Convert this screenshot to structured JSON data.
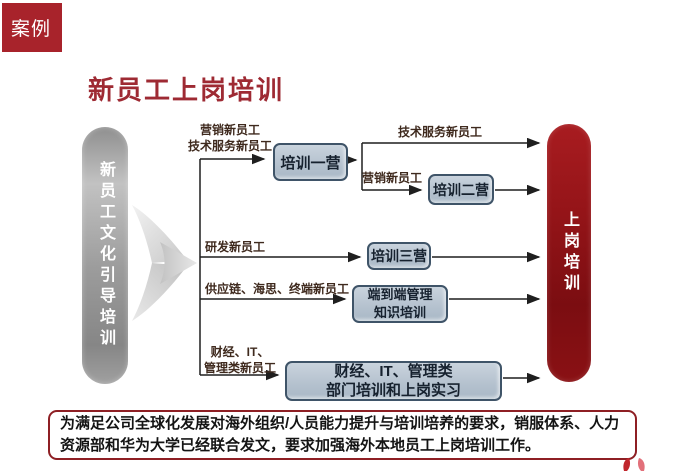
{
  "slide": {
    "tag": "案例",
    "title": "新员工上岗培训"
  },
  "left_capsule": {
    "label": "新员工文化引导培训"
  },
  "right_capsule": {
    "label": "上岗培训"
  },
  "branch_labels": {
    "marketing_tech": "营销新员工\n技术服务新员工",
    "tech_service": "技术服务新员工",
    "marketing": "营销新员工",
    "rnd": "研发新员工",
    "supply_chain": "供应链、海思、终端新员工",
    "finance_it": "财经、IT、\n管理类新员工"
  },
  "nodes": {
    "camp1": "培训一营",
    "camp2": "培训二营",
    "camp3": "培训三营",
    "e2e": "端到端管理\n知识培训",
    "finance_dept": "财经、IT、管理类\n部门培训和上岗实习"
  },
  "footer": {
    "text": "为满足公司全球化发展对海外组织/人员能力提升与培训培养的要求，销服体系、人力资源部和华为大学已经联合发文，要求加强海外本地员工上岗培训工作。"
  },
  "icons": {
    "flow_chevron": "right-chevron-arrow",
    "logo": "red-flower-logo"
  },
  "colors": {
    "accent_red": "#9E2A33",
    "tag_bg": "#A8232B",
    "node_fill": "#B9C5D1",
    "node_border": "#3F5468",
    "capsule_red": "#8A1114",
    "capsule_gray": "#9A9A9A",
    "wire": "#1F1F1F"
  }
}
